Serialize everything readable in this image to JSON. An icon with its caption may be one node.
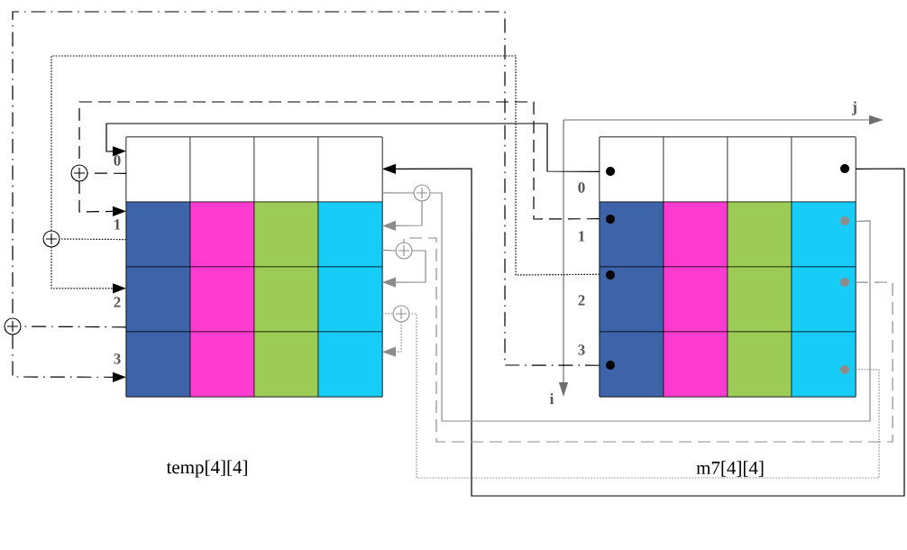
{
  "diagram": {
    "nodes": [
      {
        "text": [
          "temp[4][4]"
        ]
      },
      {
        "text": [],
        "shape": "box",
        "in": 0
      },
      {
        "text": [],
        "shape": "box",
        "in": 0
      },
      {
        "text": [],
        "shape": "box",
        "in": 0
      },
      {
        "text": [],
        "shape": "box",
        "in": 0
      },
      {
        "text": [],
        "shape": "box",
        "in": 0
      },
      {
        "text": [],
        "shape": "box",
        "in": 0
      },
      {
        "text": [],
        "shape": "box",
        "in": 0
      },
      {
        "text": [],
        "shape": "box",
        "in": 0
      },
      {
        "text": [],
        "shape": "box",
        "in": 0
      },
      {
        "text": [],
        "shape": "box",
        "in": 0
      },
      {
        "text": [],
        "shape": "box",
        "in": 0
      },
      {
        "text": [],
        "shape": "box",
        "in": 0
      },
      {
        "text": [],
        "shape": "box",
        "in": 0
      },
      {
        "text": [],
        "shape": "box",
        "in": 0
      },
      {
        "text": [],
        "shape": "box",
        "in": 0
      },
      {
        "text": [],
        "shape": "box",
        "in": 0
      },
      {
        "text": [
          "m7[4][4]"
        ]
      },
      {
        "text": [],
        "shape": "box",
        "in": 17
      },
      {
        "text": [],
        "shape": "box",
        "in": 17
      },
      {
        "text": [],
        "shape": "box",
        "in": 17
      },
      {
        "text": [],
        "shape": "box",
        "in": 17
      },
      {
        "text": [],
        "shape": "box",
        "in": 17
      },
      {
        "text": [],
        "shape": "box",
        "in": 17
      },
      {
        "text": [],
        "shape": "box",
        "in": 17
      },
      {
        "text": [],
        "shape": "box",
        "in": 17
      },
      {
        "text": [],
        "shape": "box",
        "in": 17
      },
      {
        "text": [],
        "shape": "box",
        "in": 17
      },
      {
        "text": [],
        "shape": "box",
        "in": 17
      },
      {
        "text": [],
        "shape": "box",
        "in": 17
      },
      {
        "text": [],
        "shape": "box",
        "in": 17
      },
      {
        "text": [],
        "shape": "box",
        "in": 17
      },
      {
        "text": [],
        "shape": "box",
        "in": 17
      },
      {
        "text": [],
        "shape": "box",
        "in": 17
      },
      {
        "text": [],
        "shape": "circle"
      },
      {
        "text": [],
        "shape": "circle"
      },
      {
        "text": [],
        "shape": "circle"
      },
      {
        "text": [],
        "shape": "circle"
      },
      {
        "text": [],
        "shape": "circle"
      },
      {
        "text": [],
        "shape": "circle"
      }
    ],
    "edges": [
      {
        "from": 18,
        "to": 1,
        "arrow": "to"
      },
      {
        "from": 21,
        "to": 4,
        "arrow": "to"
      },
      {
        "from": 22,
        "to": 34,
        "arrow": "none",
        "style": "dashed"
      },
      {
        "from": 1,
        "to": 34,
        "arrow": "none",
        "style": "dashed"
      },
      {
        "from": 34,
        "to": 5,
        "arrow": "to",
        "style": "dashed"
      },
      {
        "from": 26,
        "to": 35,
        "arrow": "none",
        "style": "dashed"
      },
      {
        "from": 5,
        "to": 35,
        "arrow": "none",
        "style": "dashed"
      },
      {
        "from": 35,
        "to": 9,
        "arrow": "to",
        "style": "dashed"
      },
      {
        "from": 30,
        "to": 36,
        "arrow": "none",
        "style": "dashed"
      },
      {
        "from": 9,
        "to": 36,
        "arrow": "none",
        "style": "dashed"
      },
      {
        "from": 36,
        "to": 13,
        "arrow": "to",
        "style": "dashed"
      },
      {
        "from": 25,
        "to": 37,
        "arrow": "none",
        "color": "#8c8c8c"
      },
      {
        "from": 4,
        "to": 37,
        "arrow": "none",
        "color": "#8c8c8c"
      },
      {
        "from": 37,
        "to": 8,
        "arrow": "to",
        "color": "#8c8c8c"
      },
      {
        "from": 29,
        "to": 38,
        "arrow": "none",
        "style": "dashed",
        "color": "#8c8c8c"
      },
      {
        "from": 8,
        "to": 38,
        "arrow": "none",
        "color": "#8c8c8c"
      },
      {
        "from": 38,
        "to": 12,
        "arrow": "to",
        "color": "#8c8c8c"
      },
      {
        "from": 33,
        "to": 39,
        "arrow": "none",
        "style": "dashed",
        "color": "#8c8c8c"
      },
      {
        "from": 12,
        "to": 39,
        "arrow": "none",
        "style": "dashed",
        "color": "#8c8c8c"
      },
      {
        "from": 39,
        "to": 16,
        "arrow": "to",
        "style": "dashed",
        "color": "#8c8c8c"
      }
    ],
    "labels": [
      "0",
      "1",
      "2",
      "3",
      "j",
      "0",
      "1",
      "2",
      "3",
      "i"
    ]
  }
}
